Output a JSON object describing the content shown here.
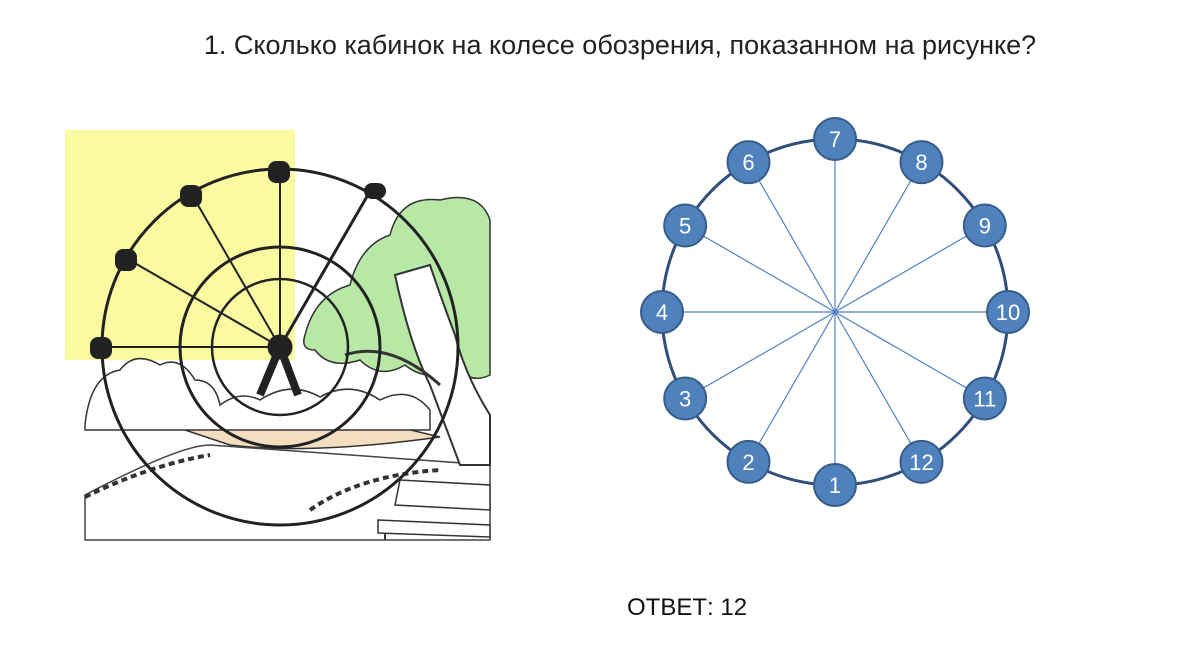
{
  "question": "1. Сколько кабинок на колесе обозрения, показанном на рисунке?",
  "answer": "ОТВЕТ: 12",
  "cabins": [
    "1",
    "2",
    "3",
    "4",
    "5",
    "6",
    "7",
    "8",
    "9",
    "10",
    "11",
    "12"
  ],
  "colors": {
    "cabin_fill": "#4f81bd",
    "cabin_stroke": "#385d8a",
    "spoke": "#4f81bd",
    "rim": "#2f4f7a",
    "highlight": "#fafaa0",
    "foliage": "#b7e8a6",
    "path": "#f3dfbf"
  }
}
